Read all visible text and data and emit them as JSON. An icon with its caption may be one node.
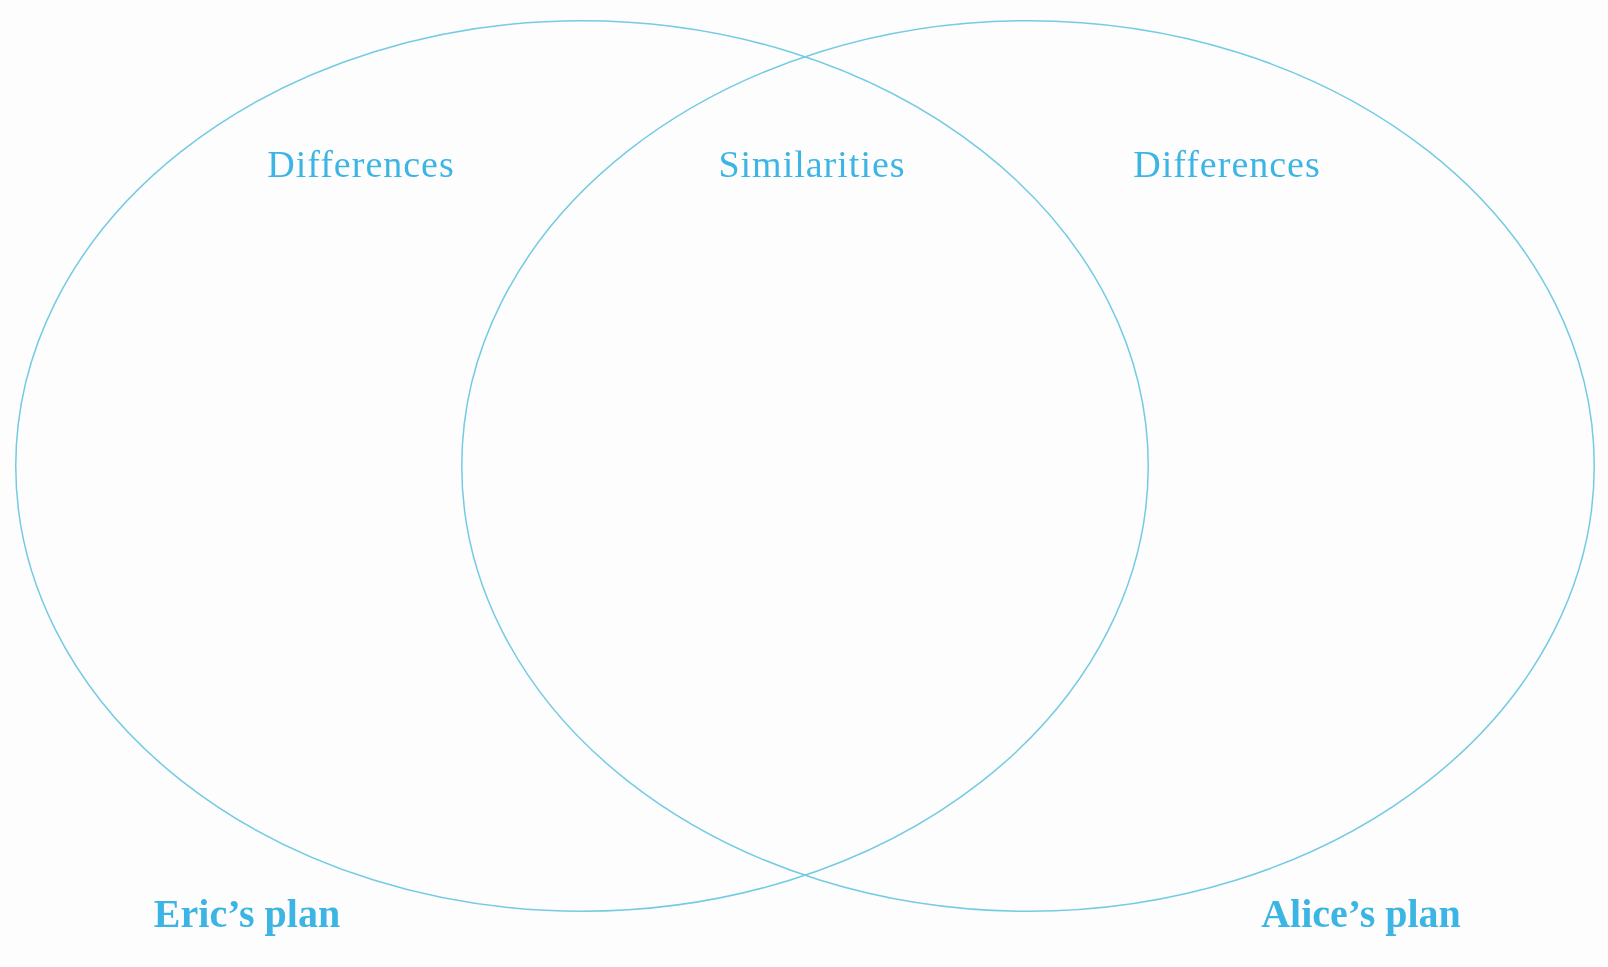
{
  "diagram": {
    "nodes": [
      {
        "text": [
          "Differences"
        ],
        "beside": [
          "Eric’s plan"
        ]
      },
      {
        "text": [
          "Differences"
        ],
        "beside": [
          "Alice’s plan"
        ]
      }
    ],
    "labels": [
      "Similarities"
    ]
  }
}
